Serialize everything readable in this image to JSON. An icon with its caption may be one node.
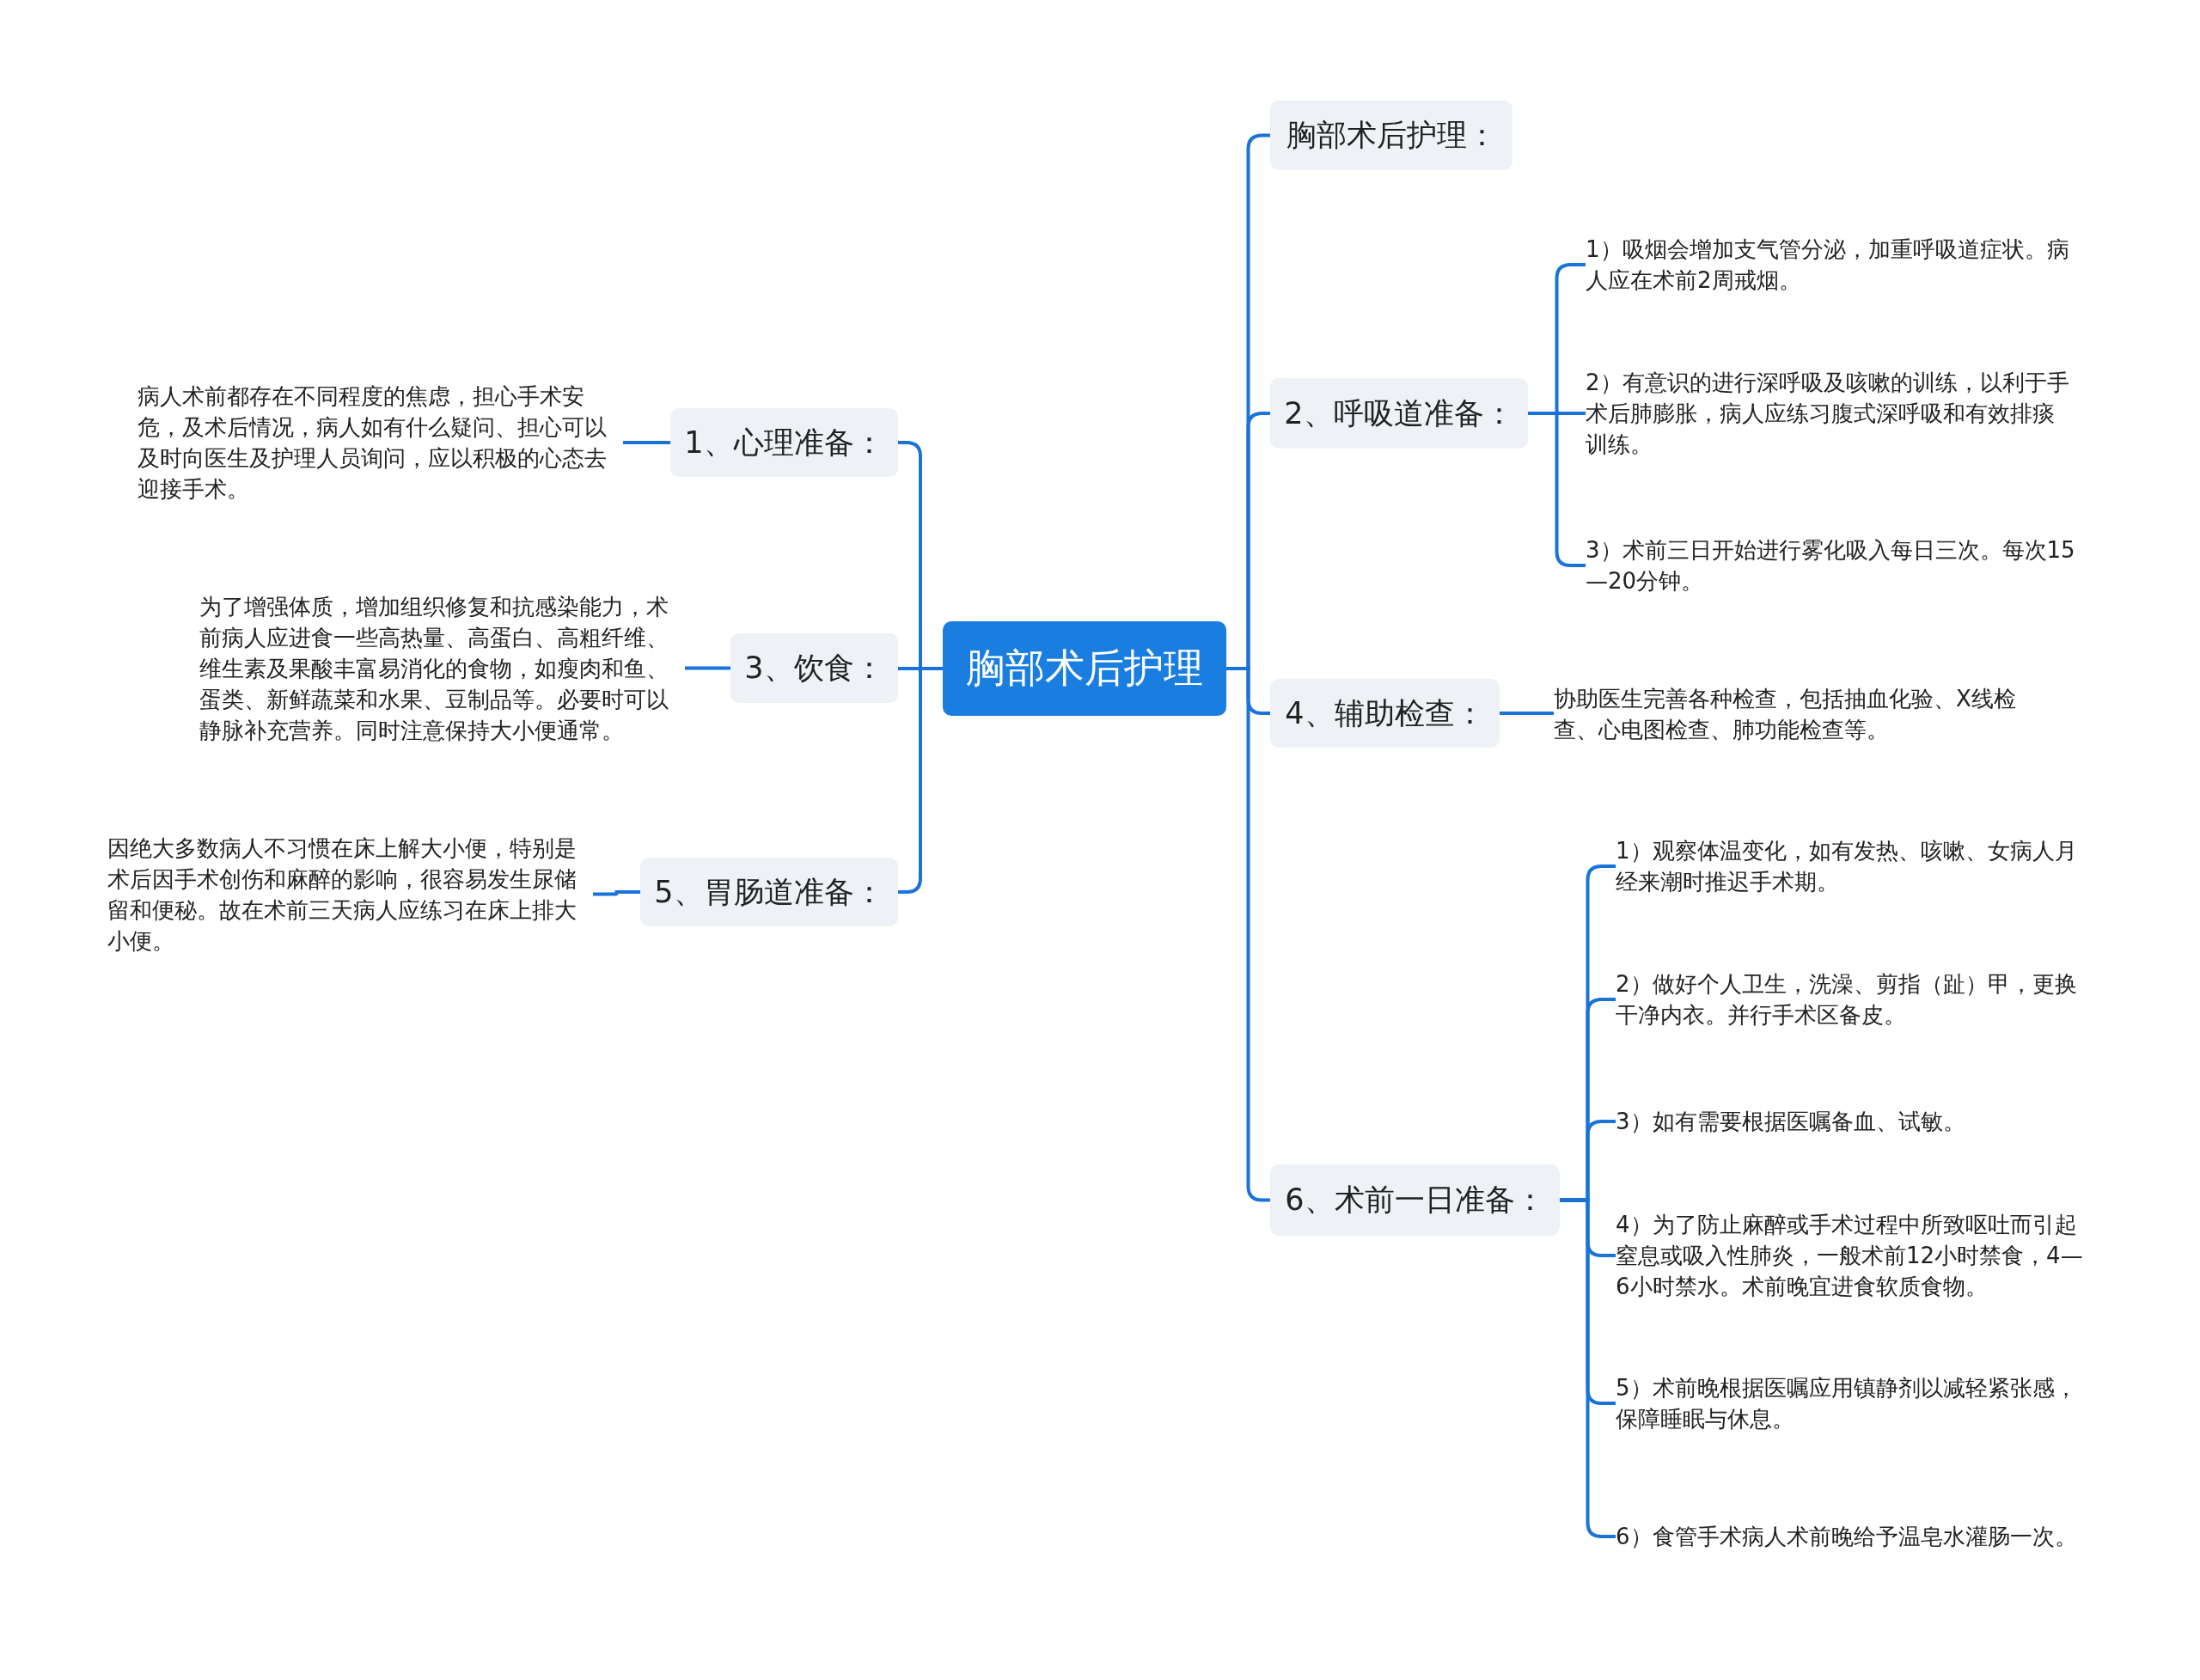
{
  "diagram": {
    "nodes": [
      {
        "text": [
          "胸部术后护理"
        ]
      },
      {
        "text": [
          "1、心理准备："
        ]
      },
      {
        "text": [
          "病人术前都存在不同程度的焦虑，担心手术安危，及术后情况，病人如有什么疑问、担心可以及时向医生及护理人员询问，应以积极的心态去迎接手术。"
        ]
      },
      {
        "text": [
          "3、饮食："
        ]
      },
      {
        "text": [
          "为了增强体质，增加组织修复和抗感染能力，术前病人应进食一些高热量、高蛋白、高粗纤维、维生素及果酸丰富易消化的食物，如瘦肉和鱼、蛋类、新鲜蔬菜和水果、豆制品等。必要时可以静脉补充营养。同时注意保持大小便通常。"
        ]
      },
      {
        "text": [
          "5、胃肠道准备："
        ]
      },
      {
        "text": [
          "因绝大多数病人不习惯在床上解大小便，特别是术后因手术创伤和麻醉的影响，很容易发生尿储留和便秘。故在术前三天病人应练习在床上排大小便。"
        ]
      },
      {
        "text": [
          "胸部术后护理："
        ]
      },
      {
        "text": [
          "2、呼吸道准备："
        ]
      },
      {
        "text": [
          "1）吸烟会增加支气管分泌，加重呼吸道症状。病人应在术前2周戒烟。"
        ]
      },
      {
        "text": [
          "2）有意识的进行深呼吸及咳嗽的训练，以利于手术后肺膨胀，病人应练习腹式深呼吸和有效排痰训练。"
        ]
      },
      {
        "text": [
          "3）术前三日开始进行雾化吸入每日三次。每次15—20分钟。"
        ]
      },
      {
        "text": [
          "4、辅助检查："
        ]
      },
      {
        "text": [
          "协助医生完善各种检查，包括抽血化验、X线检查、心电图检查、肺功能检查等。"
        ]
      },
      {
        "text": [
          "6、术前一日准备："
        ]
      },
      {
        "text": [
          "1）观察体温变化，如有发热、咳嗽、女病人月经来潮时推迟手术期。"
        ]
      },
      {
        "text": [
          "2）做好个人卫生，洗澡、剪指（趾）甲，更换干净内衣。并行手术区备皮。"
        ]
      },
      {
        "text": [
          "3）如有需要根据医嘱备血、试敏。"
        ]
      },
      {
        "text": [
          "4）为了防止麻醉或手术过程中所致呕吐而引起窒息或吸入性肺炎，一般术前12小时禁食，4—6小时禁水。术前晚宜进食软质食物。"
        ]
      },
      {
        "text": [
          "5）术前晚根据医嘱应用镇静剂以减轻紧张感，保障睡眠与休息。"
        ]
      },
      {
        "text": [
          "6）食管手术病人术前晚给予温皂水灌肠一次。"
        ]
      }
    ],
    "edges": [
      {
        "from": 0,
        "to": 1,
        "arrow": "none"
      },
      {
        "from": 1,
        "to": 2,
        "arrow": "none"
      },
      {
        "from": 0,
        "to": 3,
        "arrow": "none"
      },
      {
        "from": 3,
        "to": 4,
        "arrow": "none"
      },
      {
        "from": 0,
        "to": 5,
        "arrow": "none"
      },
      {
        "from": 5,
        "to": 6,
        "arrow": "none"
      },
      {
        "from": 0,
        "to": 7,
        "arrow": "none"
      },
      {
        "from": 0,
        "to": 8,
        "arrow": "none"
      },
      {
        "from": 8,
        "to": 9,
        "arrow": "none"
      },
      {
        "from": 8,
        "to": 10,
        "arrow": "none"
      },
      {
        "from": 8,
        "to": 11,
        "arrow": "none"
      },
      {
        "from": 0,
        "to": 12,
        "arrow": "none"
      },
      {
        "from": 12,
        "to": 13,
        "arrow": "none"
      },
      {
        "from": 0,
        "to": 14,
        "arrow": "none"
      },
      {
        "from": 14,
        "to": 15,
        "arrow": "none"
      },
      {
        "from": 14,
        "to": 16,
        "arrow": "none"
      },
      {
        "from": 14,
        "to": 17,
        "arrow": "none"
      },
      {
        "from": 14,
        "to": 18,
        "arrow": "none"
      },
      {
        "from": 14,
        "to": 19,
        "arrow": "none"
      },
      {
        "from": 14,
        "to": 20,
        "arrow": "none"
      }
    ]
  }
}
